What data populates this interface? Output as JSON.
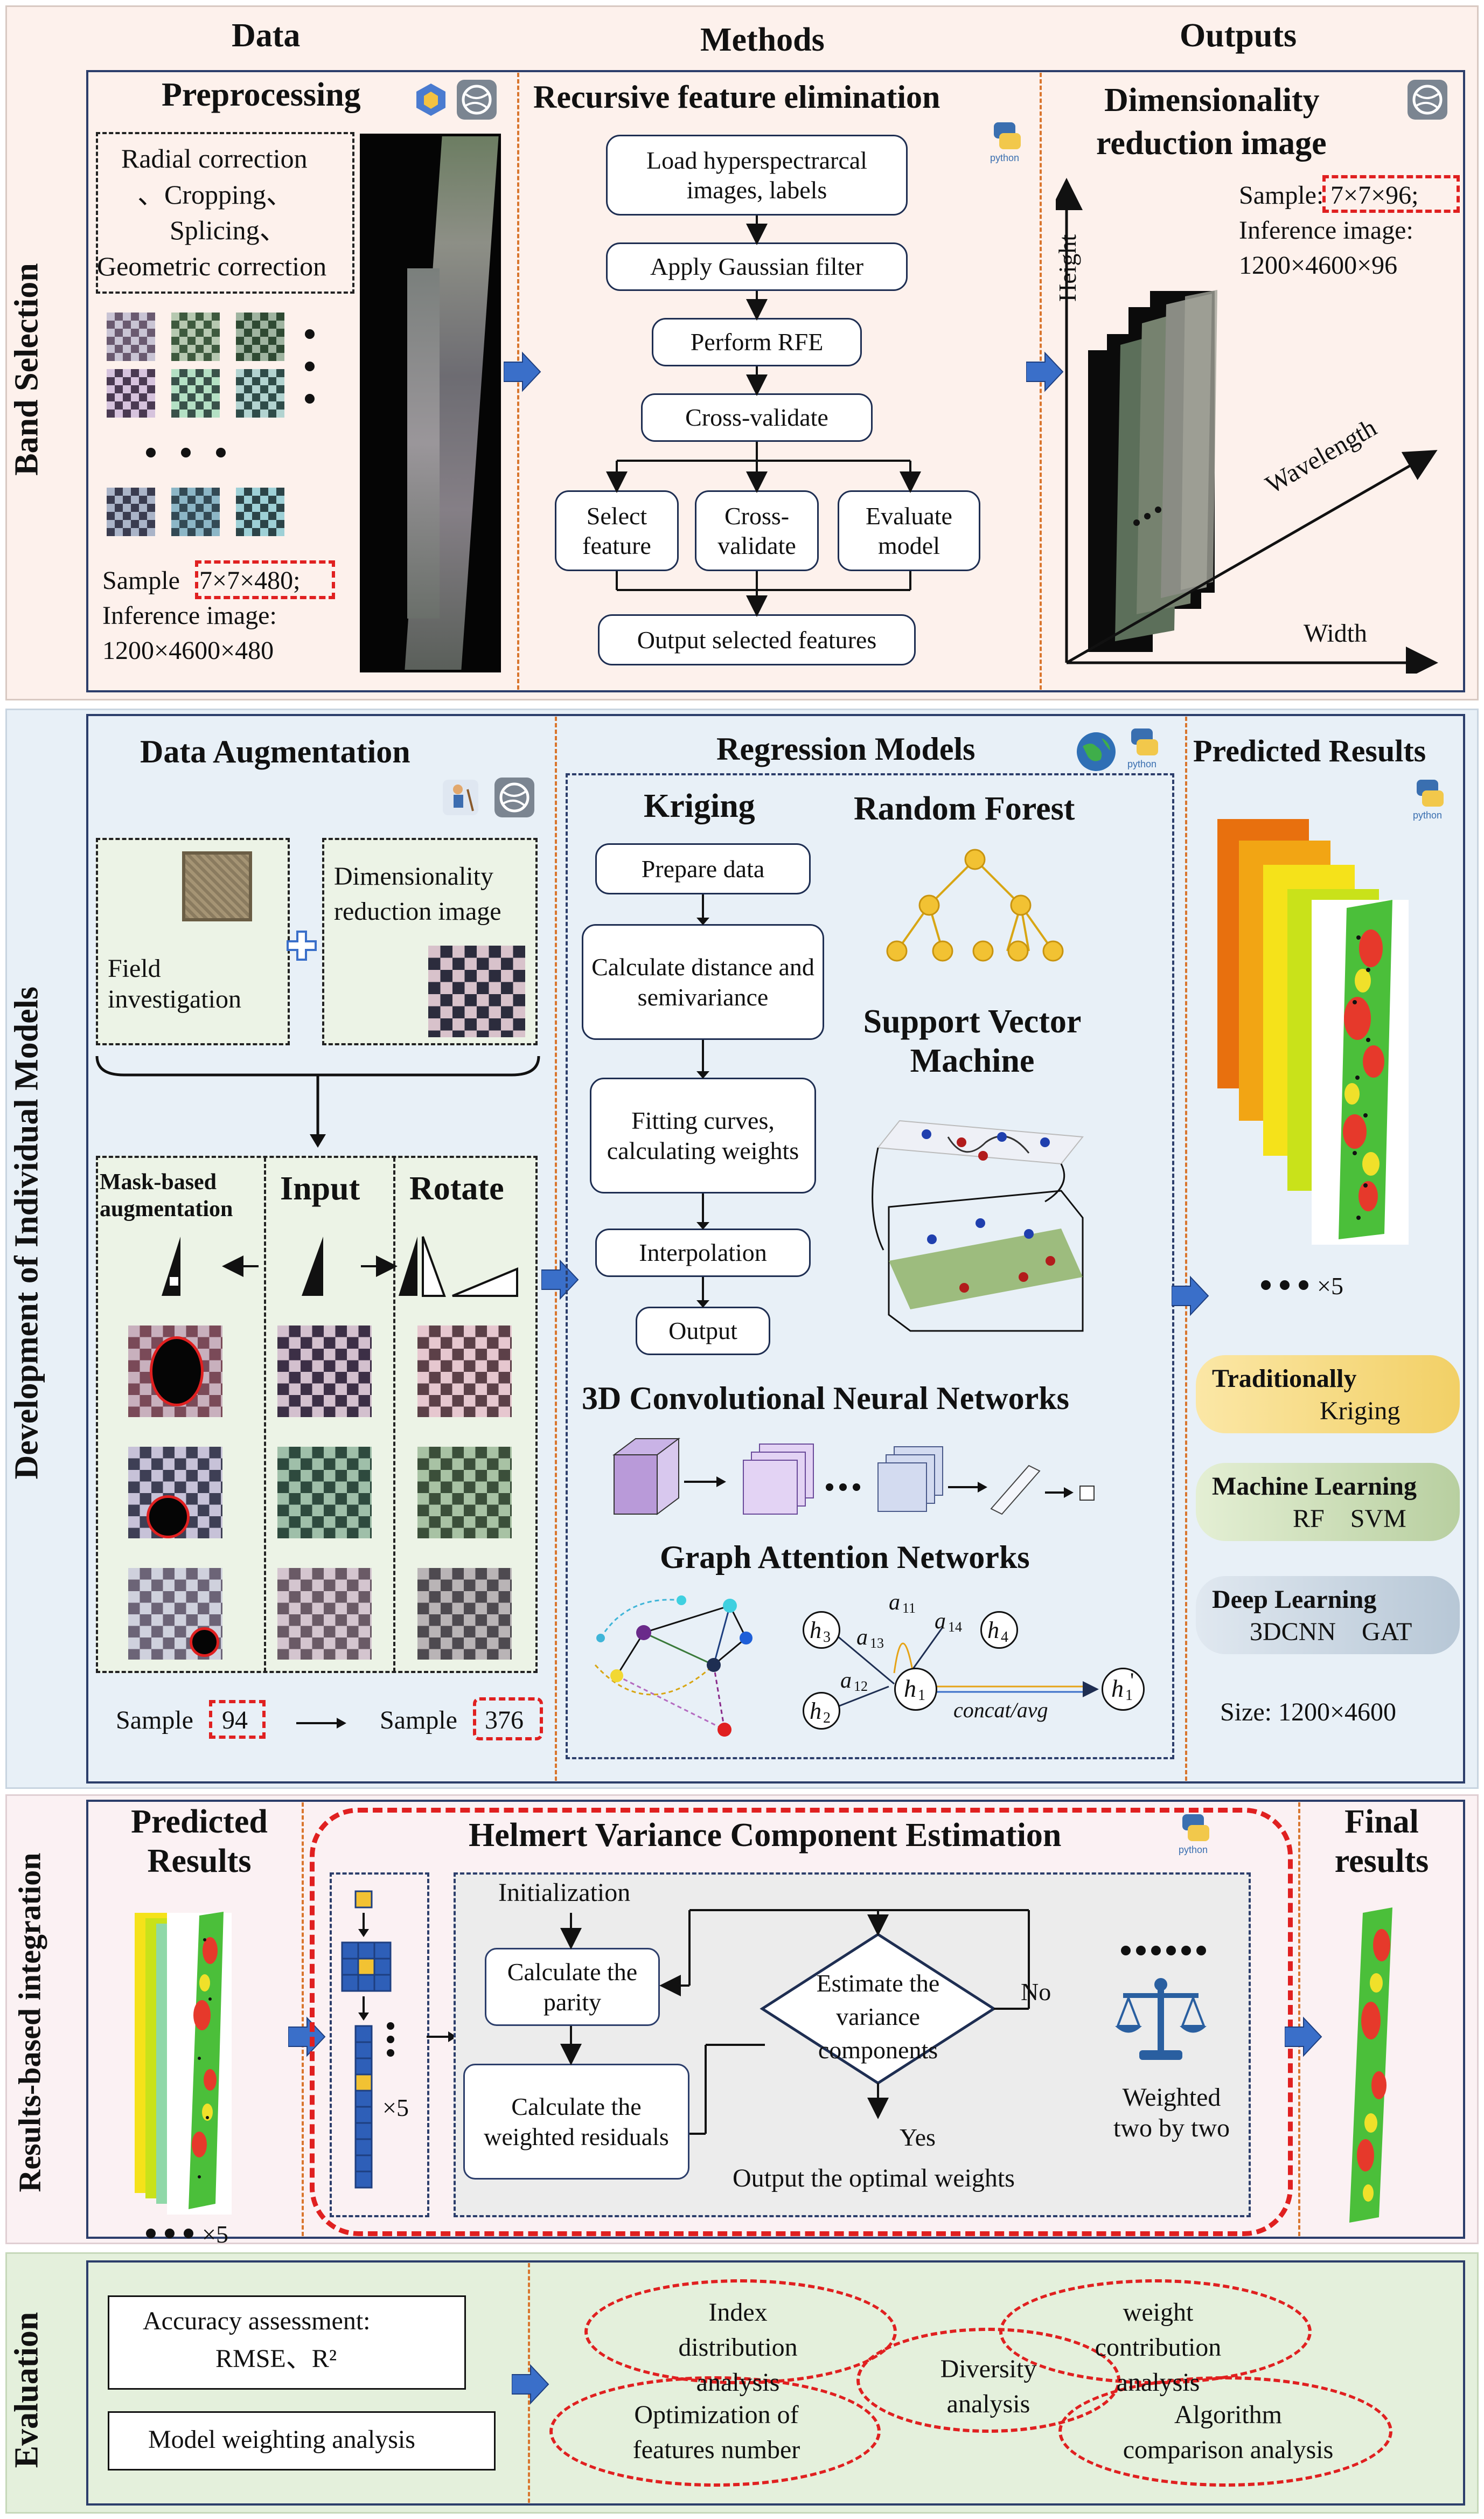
{
  "columns": {
    "data": "Data",
    "methods": "Methods",
    "outputs": "Outputs"
  },
  "rows": {
    "band_selection": "Band Selection",
    "individual_models": "Development of Individual Models",
    "integration": "Results-based integration",
    "evaluation": "Evaluation"
  },
  "preprocessing": {
    "title": "Preprocessing",
    "steps": [
      "Radial correction",
      "、Cropping、",
      "Splicing、",
      "Geometric correction"
    ],
    "sample_prefix": "Sample",
    "sample_value": "7×7×480;",
    "inference_label": "Inference image:",
    "inference_value": "1200×4600×480"
  },
  "rfe": {
    "title": "Recursive feature elimination",
    "load": "Load hyperspectrarcal images, labels",
    "gaussian": "Apply Gaussian filter",
    "perform": "Perform RFE",
    "cv": "Cross-validate",
    "select": "Select feature",
    "cv2": "Cross-validate",
    "evaluate": "Evaluate model",
    "output": "Output selected features"
  },
  "dim_output": {
    "title_1": "Dimensionality",
    "title_2": "reduction image",
    "sample_prefix": "Sample:",
    "sample_value": "7×7×96;",
    "inference_label": "Inference image:",
    "inference_value": "1200×4600×96",
    "axis_height": "Height",
    "axis_wavelength": "Wavelength",
    "axis_width": "Width"
  },
  "augmentation": {
    "title": "Data Augmentation",
    "field": "Field investigation",
    "dim": "Dimensionality reduction image",
    "mask": "Mask-based augmentation",
    "input": "Input",
    "rotate": "Rotate",
    "sample_prefix": "Sample",
    "sample_before": "94",
    "sample_after": "376"
  },
  "regression": {
    "title": "Regression Models",
    "kriging": "Kriging",
    "k_steps": [
      "Prepare data",
      "Calculate distance and semivariance",
      "Fitting curves, calculating weights",
      "Interpolation",
      "Output"
    ],
    "rf": "Random Forest",
    "svm": "Support Vector Machine",
    "cnn": "3D Convolutional Neural Networks",
    "gat": "Graph Attention Networks",
    "gat_nodes": [
      "h",
      "h",
      "h",
      "h",
      "h"
    ],
    "gat_subs": [
      "3",
      "4",
      "1",
      "2",
      "1"
    ],
    "gat_edges": [
      "a",
      "a",
      "a",
      "a"
    ],
    "gat_edge_subs": [
      "11",
      "13",
      "14",
      "12"
    ],
    "gat_prime": "'",
    "gat_agg": "concat/avg"
  },
  "predicted": {
    "title": "Predicted Results",
    "times": "×5",
    "cat1": "Traditionally",
    "cat1_models": "Kriging",
    "cat2": "Machine Learning",
    "cat2_models": "RF    SVM",
    "cat3": "Deep Learning",
    "cat3_models": "3DCNN    GAT",
    "size": "Size: 1200×4600"
  },
  "integration": {
    "pred_title": "Predicted Results",
    "times": "×5",
    "helmert_title": "Helmert Variance Component Estimation",
    "init": "Initialization",
    "parity": "Calculate the parity",
    "residuals": "Calculate the weighted residuals",
    "estimate": "Estimate the variance components",
    "no": "No",
    "yes": "Yes",
    "output": "Output the optimal weights",
    "weighted": "Weighted two by two",
    "final_title": "Final results",
    "stack_times": "×5"
  },
  "evaluation": {
    "accuracy": "Accuracy assessment:",
    "metrics": "RMSE、R²",
    "weighting": "Model weighting analysis",
    "index": "Index distribution analysis",
    "weight_contrib": "weight contribution analysis",
    "diversity": "Diversity analysis",
    "optimization": "Optimization of features number",
    "algorithm": "Algorithm comparison analysis"
  },
  "python_tag": "python",
  "colors": {
    "band1_bg": "#fdf1ec",
    "band2_bg": "#e8f0f7",
    "band3_bg": "#fbf1f3",
    "band4_bg": "#e4f0dc",
    "divider": "#d9762e",
    "arrow": "#3a6fc9",
    "red_dash": "#e02020",
    "navy": "#2c3e6b"
  }
}
